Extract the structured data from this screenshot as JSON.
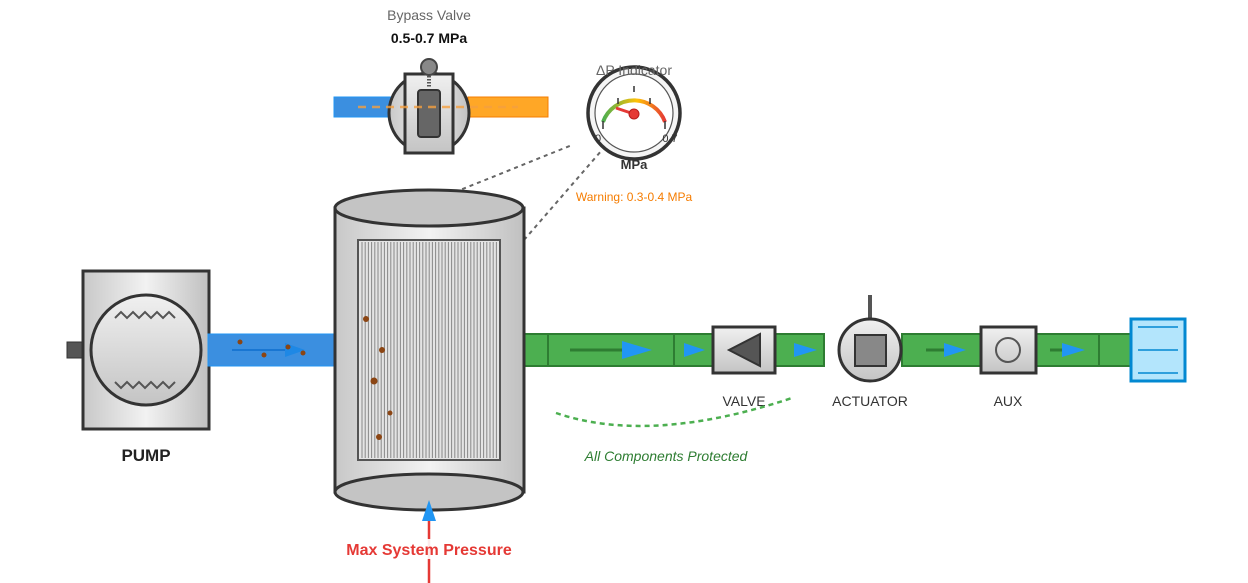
{
  "bypass_valve": {
    "title": "Bypass Valve",
    "range": "0.5-0.7 MPa"
  },
  "dp_indicator": {
    "title": "ΔP Indicator",
    "min_label": "0",
    "max_label": "0.7",
    "unit": "MPa",
    "warning": "Warning: 0.3-0.4 MPa"
  },
  "pump": {
    "label": "PUMP"
  },
  "components": {
    "valve": "VALVE",
    "actuator": "ACTUATOR",
    "aux": "AUX"
  },
  "protection_note": "All Components Protected",
  "pressure_label": "Max System Pressure",
  "colors": {
    "inlet": "#3b8fe0",
    "outlet": "#4caf50",
    "bypass": "#ffa726",
    "warning": "#f57c00",
    "pressure": "#e53935",
    "note": "#2e7d32"
  }
}
